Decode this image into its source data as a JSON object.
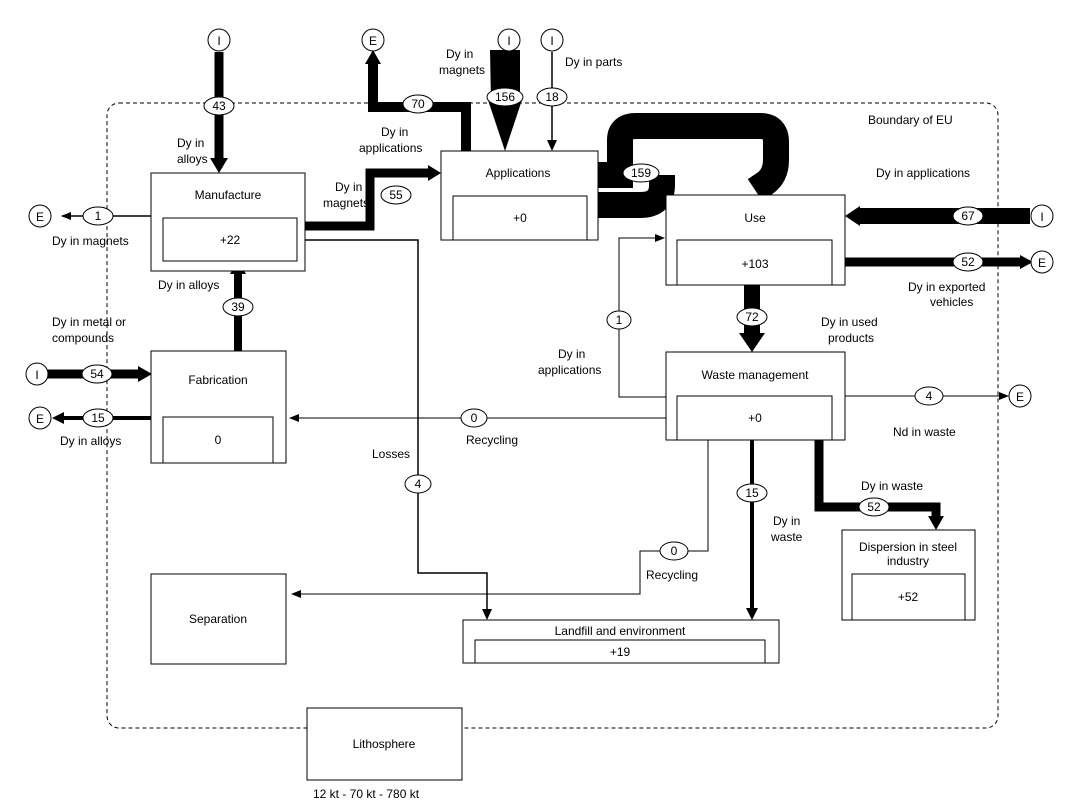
{
  "boundary_label": "Boundary of EU",
  "import_symbol": "I",
  "export_symbol": "E",
  "processes": {
    "manufacture": {
      "name": "Manufacture",
      "stock": "+22"
    },
    "applications": {
      "name": "Applications",
      "stock": "+0"
    },
    "use": {
      "name": "Use",
      "stock": "+103"
    },
    "fabrication": {
      "name": "Fabrication",
      "stock": "0"
    },
    "waste_management": {
      "name": "Waste management",
      "stock": "+0"
    },
    "dispersion": {
      "name_line1": "Dispersion in steel",
      "name_line2": "industry",
      "stock": "+52"
    },
    "separation": {
      "name": "Separation"
    },
    "landfill": {
      "name": "Landfill and environment",
      "stock": "+19"
    },
    "lithosphere": {
      "name": "Lithosphere",
      "note": "12 kt - 70 kt - 780 kt"
    }
  },
  "flows": {
    "import_alloys_manufacture": "43",
    "manufacture_export_magnets": "1",
    "fabrication_manufacture": "39",
    "import_fabrication": "54",
    "fabrication_export": "15",
    "manufacture_applications": "55",
    "applications_export": "70",
    "import_magnets_applications": "156",
    "import_parts_applications": "18",
    "applications_use": "159",
    "import_use": "67",
    "use_export": "52",
    "use_waste": "72",
    "waste_use": "1",
    "waste_fabrication": "0",
    "waste_export_nd": "4",
    "manufacture_landfill": "4",
    "waste_landfill": "15",
    "waste_dispersion": "52",
    "waste_separation": "0"
  },
  "labels": {
    "dy_in_alloys_top_1": "Dy in",
    "dy_in_alloys_top_2": "alloys",
    "dy_in_magnets_left": "Dy in magnets",
    "dy_in_alloys_mid": "Dy in alloys",
    "dy_metal_1": "Dy in metal or",
    "dy_metal_2": "compounds",
    "dy_in_alloys_bottom": "Dy in alloys",
    "dy_magnets_mid_1": "Dy in",
    "dy_magnets_mid_2": "magnets",
    "dy_app_top_1": "Dy in",
    "dy_app_top_2": "applications",
    "dy_magnets_top_1": "Dy in",
    "dy_magnets_top_2": "magnets",
    "dy_in_parts": "Dy in parts",
    "dy_in_applications_top": "Dy in applications",
    "dy_in_applications_right": "Dy in applications",
    "dy_exported_1": "Dy in exported",
    "dy_exported_2": "vehicles",
    "dy_used_1": "Dy in used",
    "dy_used_2": "products",
    "dy_app_left_1": "Dy in",
    "dy_app_left_2": "applications",
    "recycling_1": "Recycling",
    "nd_in_waste": "Nd in waste",
    "losses": "Losses",
    "dy_in_waste_right": "Dy in waste",
    "dy_waste_mid_1": "Dy in",
    "dy_waste_mid_2": "waste",
    "recycling_2": "Recycling"
  }
}
